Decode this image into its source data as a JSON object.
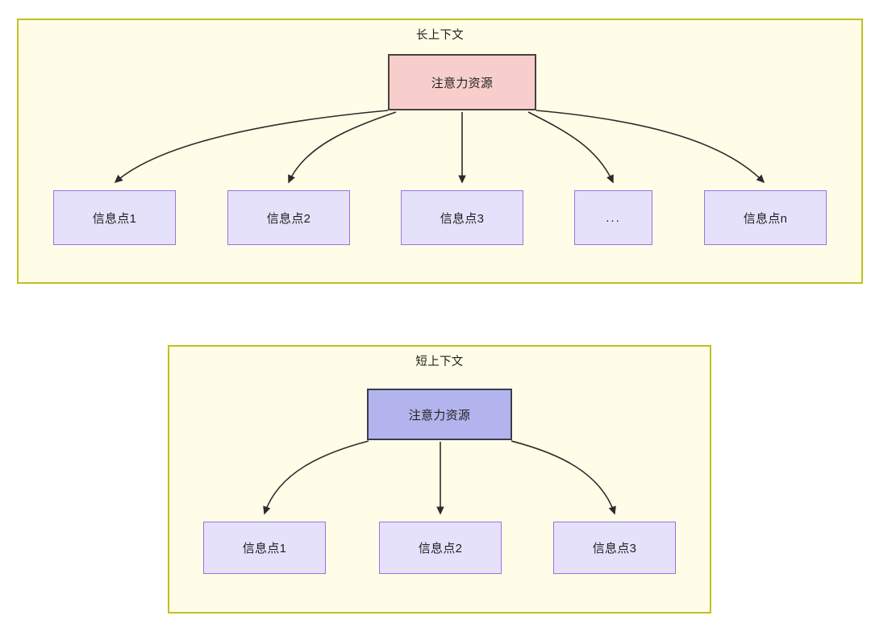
{
  "diagram": {
    "type": "comparison-flow-diagram",
    "background": "#ffffff",
    "colors": {
      "container_fill": "#fffde7",
      "container_border": "#c0c020",
      "root_long_fill": "#f8cecc",
      "root_long_border": "#48413f",
      "root_short_fill": "#b3b3ed",
      "root_short_border": "#3c3c52",
      "leaf_fill": "#e6e1fb",
      "leaf_border": "#9a74e0",
      "edge_stroke": "#2b2b2b",
      "text": "#1f1f1f"
    },
    "groups": [
      {
        "id": "long-context",
        "title": "长上下文",
        "root": {
          "label": "注意力资源",
          "style": "red"
        },
        "leaves": [
          {
            "label": "信息点1"
          },
          {
            "label": "信息点2"
          },
          {
            "label": "信息点3"
          },
          {
            "label": "..."
          },
          {
            "label": "信息点n"
          }
        ]
      },
      {
        "id": "short-context",
        "title": "短上下文",
        "root": {
          "label": "注意力资源",
          "style": "blue"
        },
        "leaves": [
          {
            "label": "信息点1"
          },
          {
            "label": "信息点2"
          },
          {
            "label": "信息点3"
          }
        ]
      }
    ]
  }
}
